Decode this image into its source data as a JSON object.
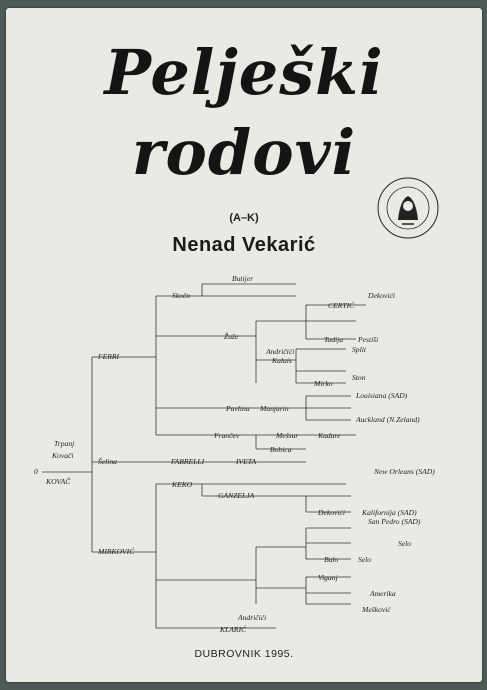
{
  "title_line1": "Pelješki",
  "title_line2": "rodovi",
  "range": "(A–K)",
  "author": "Nenad Vekarić",
  "footer": "DUBROVNIK 1995.",
  "seal_icon": "academy-seal-icon",
  "tree_labels": {
    "trpanj": "Trpanj",
    "kovaci": "Kovači",
    "kovac": "KOVAČ",
    "ferri": "FERRI",
    "selina": "Šelina",
    "fabrelli": "FABRELLI",
    "iveta": "IVETA",
    "mirkovic": "MIRKOVIĆ",
    "skoco": "Skočo",
    "butijer": "Butijer",
    "dekovici1": "Dekovići",
    "certic": "CERTIĆ",
    "zuze": "Žuže",
    "tadija": "Tadija",
    "pestisi": "Pestiši",
    "andricici1": "Andričići",
    "kalais": "Kalais",
    "split": "Split",
    "ston": "Ston",
    "mirko": "Mirko",
    "pavlina": "Pavlina",
    "manjarin": "Manjarin",
    "louisiana": "Louisiana (SAD)",
    "auckland": "Auckland (N.Zeland)",
    "francev": "Frančev",
    "melsur": "Mešsur",
    "kadare": "Kadare",
    "bobica": "Bobica",
    "keko": "KEKO",
    "new_orleans": "New Orleans (SAD)",
    "ganzelja": "GANZELJA",
    "dekovici2": "Dekovići",
    "kalifornija": "Kalifornija (SAD)",
    "san_pedro": "San Pedro (SAD)",
    "selo1": "Selo",
    "balo": "Balo",
    "selo2": "Selo",
    "viganj": "Viganj",
    "amerika": "Amerika",
    "meskovic": "Mešković",
    "andricici2": "Andričići",
    "klaric": "KLARIĆ",
    "zero": "0"
  }
}
